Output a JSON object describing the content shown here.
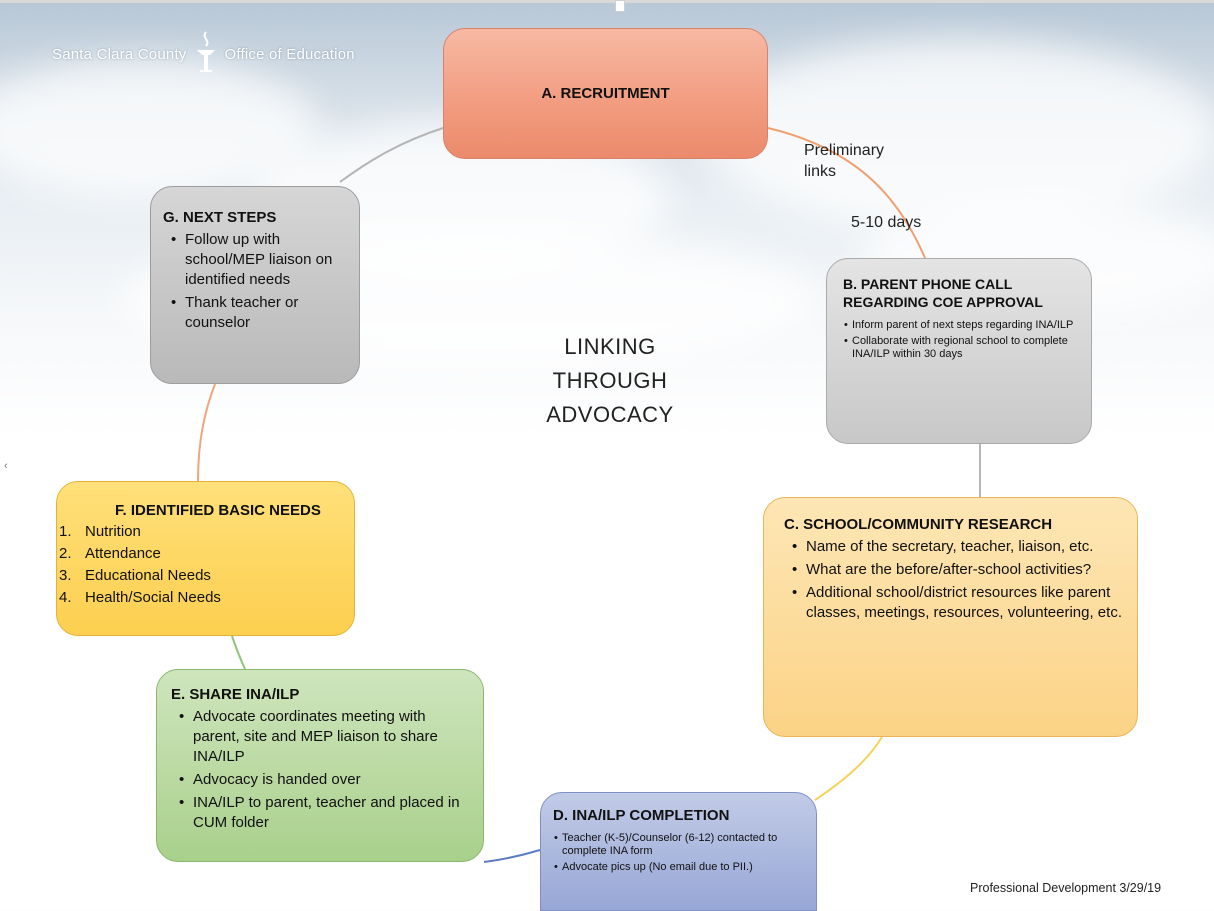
{
  "logo": {
    "left_text": "Santa Clara County",
    "right_text": "Office of Education"
  },
  "center_title": {
    "line1": "LINKING",
    "line2": "THROUGH",
    "line3": "ADVOCACY"
  },
  "connector_labels": {
    "preliminary": "Preliminary\nlinks",
    "days": "5-10 days"
  },
  "nodes": {
    "a": {
      "title": "A. RECRUITMENT"
    },
    "b": {
      "title": "B. PARENT PHONE  CALL REGARDING COE APPROVAL",
      "items": [
        "Inform parent of next steps regarding INA/ILP",
        "Collaborate with regional school to complete INA/ILP within 30 days"
      ]
    },
    "c": {
      "title": "C. SCHOOL/COMMUNITY RESEARCH",
      "items": [
        "Name of the secretary, teacher, liaison, etc.",
        "What are the before/after-school activities?",
        "Additional school/district resources like parent classes, meetings, resources, volunteering, etc."
      ]
    },
    "d": {
      "title": "D. INA/ILP COMPLETION",
      "items": [
        "Teacher (K-5)/Counselor (6-12) contacted to complete INA form",
        "Advocate pics up (No email due to PII.)"
      ]
    },
    "e": {
      "title": "E. SHARE INA/ILP",
      "items": [
        "Advocate coordinates meeting with parent, site and MEP liaison to share INA/ILP",
        "Advocacy is handed over",
        "INA/ILP to parent, teacher and placed in CUM folder"
      ]
    },
    "f": {
      "title": "F. IDENTIFIED BASIC NEEDS",
      "items": [
        {
          "num": "1.",
          "text": "Nutrition"
        },
        {
          "num": "2.",
          "text": "Attendance"
        },
        {
          "num": "3.",
          "text": "Educational Needs"
        },
        {
          "num": "4.",
          "text": "Health/Social Needs"
        }
      ]
    },
    "g": {
      "title": "G. NEXT STEPS",
      "items": [
        "Follow up with school/MEP liaison on identified needs",
        "Thank teacher or counselor"
      ]
    }
  },
  "footer": {
    "text": "Professional Development 3/29/19"
  },
  "colors": {
    "recruitment": "#f29b7f",
    "parent_call": "#c8c8c8",
    "research": "#fbd386",
    "completion": "#97a7d6",
    "share": "#a9d08c",
    "basic_needs": "#fccf4f",
    "next_steps": "#b9b9b9",
    "connector_orange": "#f0a070",
    "connector_gray": "#b5b5b5",
    "connector_yellow": "#f5d25c",
    "connector_blue": "#5b7cc4",
    "connector_green": "#8fc47a",
    "connector_salmon": "#f0a57f"
  }
}
